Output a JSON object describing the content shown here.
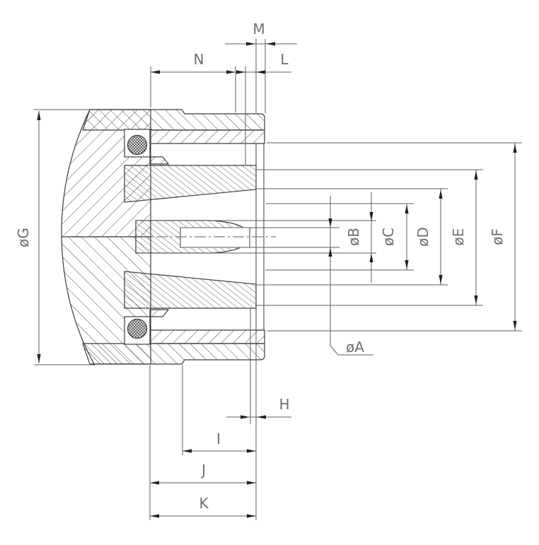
{
  "drawing": {
    "dimension_labels": {
      "m": "M",
      "n": "N",
      "l": "L",
      "g": "øG",
      "a": "øA",
      "b": "øB",
      "c": "øC",
      "d": "øD",
      "e": "øE",
      "f": "øF",
      "h": "H",
      "i": "I",
      "j": "J",
      "k": "K"
    }
  }
}
